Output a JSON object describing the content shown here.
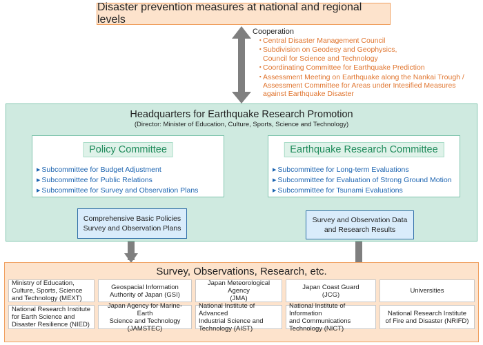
{
  "top_box": {
    "label": "Disaster prevention measures at national and regional levels"
  },
  "cooperation": {
    "title": "Cooperation",
    "items": [
      [
        "Central Disaster Management Council"
      ],
      [
        "Subdivision on Geodesy and Geophysics,",
        "Council for Science and Technology"
      ],
      [
        "Coordinating Committee for Earthquake Prediction"
      ],
      [
        "Assessment Meeting on Earthquake along the Nankai Trough /",
        "Assessment Committee for Areas under Intesified Measures",
        "against Earthquake Disaster"
      ]
    ]
  },
  "headquarters": {
    "title": "Headquarters for Earthquake Research Promotion",
    "subtitle": "(Director: Minister of Education, Culture, Sports, Science and Technology)",
    "policy_committee": {
      "title": "Policy Committee",
      "subcommittees": [
        "Subcommittee for Budget Adjustment",
        "Subcommittee for Public Relations",
        "Subcommittee for Survey and Observation Plans"
      ]
    },
    "earthquake_research_committee": {
      "title": "Earthquake Research Committee",
      "subcommittees": [
        "Subcommittee for Long-term Evaluations",
        "Subcommittee for Evaluation of Strong Ground Motion",
        "Subcommittee for Tsunami Evaluations"
      ]
    }
  },
  "flows": {
    "down": [
      "Comprehensive Basic Policies",
      "Survey and Observation Plans"
    ],
    "up": [
      "Survey and Observation Data",
      "and Research Results"
    ]
  },
  "survey": {
    "title": "Survey, Observations, Research, etc.",
    "row1": [
      [
        "Ministry of Education,",
        "Culture, Sports, Science",
        "and Technology (MEXT)"
      ],
      [
        "Geospacial Information",
        "Authority of Japan (GSI)"
      ],
      [
        "Japan Meteorological Agency",
        "(JMA)"
      ],
      [
        "Japan Coast Guard",
        "(JCG)"
      ],
      [
        "Universities"
      ]
    ],
    "row2": [
      [
        "National Research Institute",
        "for Earth Science and",
        "Disaster Resilience (NIED)"
      ],
      [
        "Japan Agency for Marine-Earth",
        "Science and Technology",
        "(JAMSTEC)"
      ],
      [
        "National Institute of Advanced",
        "Industrial Science and",
        "Technology (AIST)"
      ],
      [
        "National Institute of Information",
        "and Communications",
        "Technology (NICT)"
      ],
      [
        "National Research Institute",
        "of Fire and Disaster (NRIFD)"
      ]
    ]
  },
  "colors": {
    "orange_fill": "#fde3cc",
    "orange_border": "#f0a060",
    "orange_text": "#e0752f",
    "green_fill": "#cfeae0",
    "green_text": "#1e8a5a",
    "blue_text": "#1b63b0",
    "blue_box_fill": "#d9ecfb",
    "blue_box_border": "#2f6ea8",
    "arrow_gray": "#7f7f7f"
  }
}
